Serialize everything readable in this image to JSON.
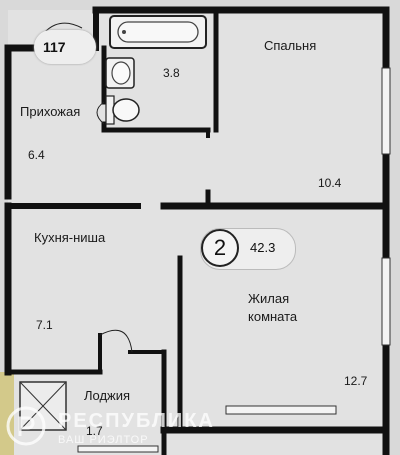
{
  "plan": {
    "apartment_number": "117",
    "rooms": [
      {
        "name": "Прихожая",
        "area": "6.4"
      },
      {
        "name": "",
        "area": "3.8"
      },
      {
        "name": "Спальня",
        "area": "10.4"
      },
      {
        "name": "Кухня-ниша",
        "area": "7.1"
      },
      {
        "name": "Жилая комната",
        "area": "12.7"
      },
      {
        "name": "Лоджия",
        "area": "1.7"
      }
    ],
    "badge": {
      "rooms_count": "2",
      "total_area": "42.3"
    },
    "watermark": {
      "title": "РЕСПУБЛИКА",
      "subtitle": "ВАШ РИЭЛТОР"
    }
  }
}
